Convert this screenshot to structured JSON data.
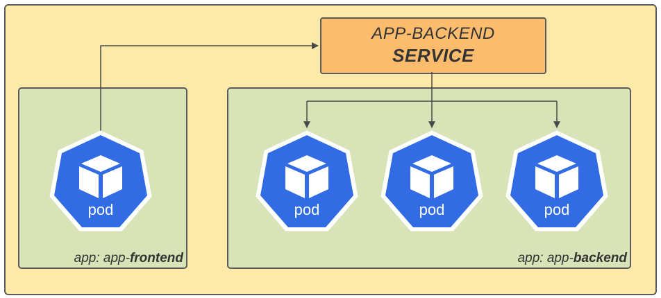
{
  "service": {
    "line1": "APP-BACKEND",
    "line2": "SERVICE"
  },
  "groups": {
    "frontend": {
      "prefix": "app: app-",
      "name": "frontend"
    },
    "backend": {
      "prefix": "app: app-",
      "name": "backend"
    }
  },
  "pods": [
    {
      "label": "pod"
    },
    {
      "label": "pod"
    },
    {
      "label": "pod"
    },
    {
      "label": "pod"
    }
  ],
  "colors": {
    "outer_background": "#fdeaa8",
    "group_background": "#d9e3b8",
    "service_background": "#fbbc6e",
    "pod_blue": "#326ce5",
    "border": "#5b5b5b"
  }
}
